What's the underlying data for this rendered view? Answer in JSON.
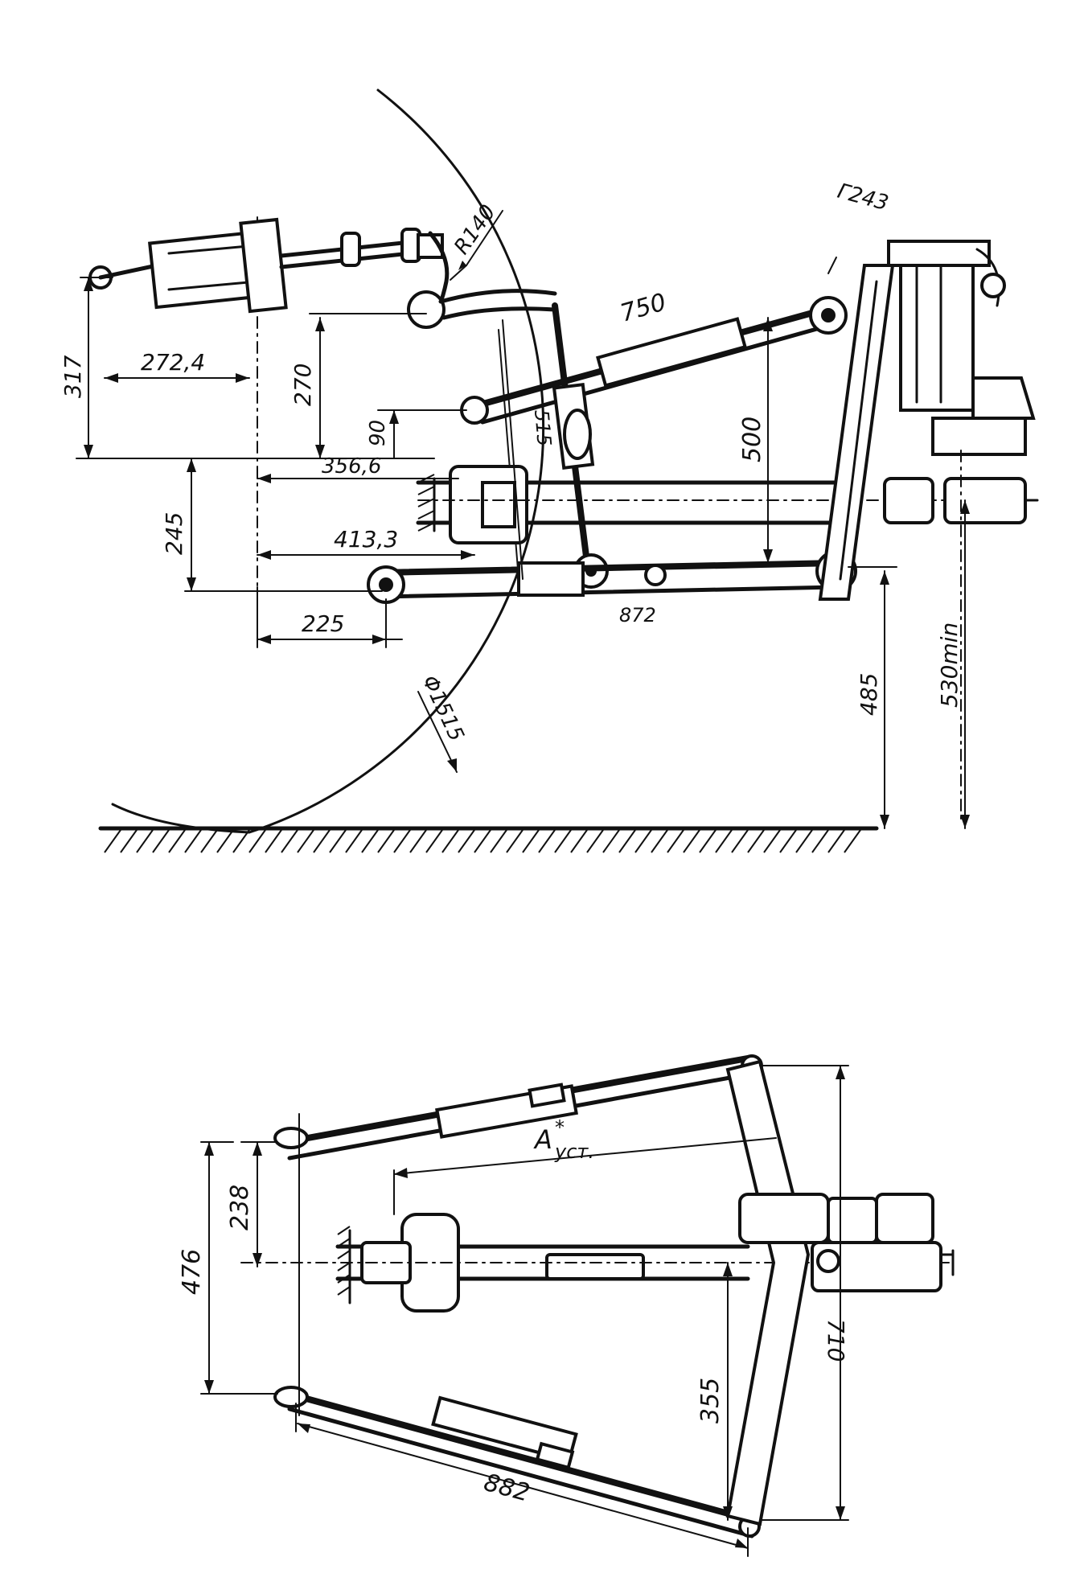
{
  "side_view": {
    "dims": {
      "d317": "317",
      "d272_4": "272,4",
      "d270": "270",
      "d90": "90",
      "d356_6": "356,6",
      "d245": "245",
      "d413_3": "413,3",
      "d225": "225",
      "d750": "750",
      "d515": "515",
      "d500": "500",
      "d872": "872",
      "d485": "485",
      "d530min": "530min",
      "r140": "R140",
      "phi1515": "Φ1515",
      "topnote": "Г243"
    }
  },
  "plan_view": {
    "dims": {
      "d238": "238",
      "d476": "476",
      "a_label": "A",
      "a_star": "*",
      "a_sub": "уст.",
      "d355": "355",
      "d710": "710",
      "d882": "882"
    }
  }
}
